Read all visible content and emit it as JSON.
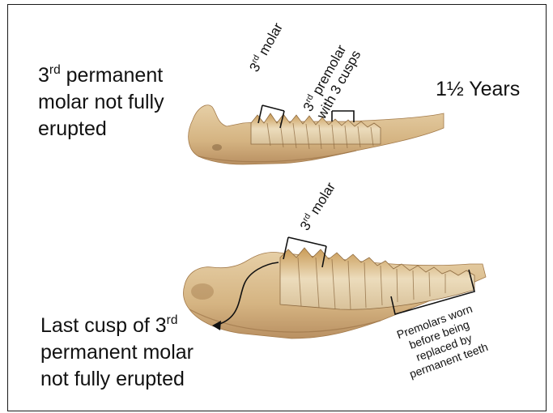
{
  "upper_note": {
    "line1_pre": "3",
    "line1_sup": "rd",
    "line1_post": " permanent",
    "line2": "molar not fully",
    "line3": "erupted"
  },
  "age_label": "1½ Years",
  "upper_third_molar": {
    "pre": "3",
    "sup": "rd",
    "post": " molar"
  },
  "upper_third_premolar": {
    "line1_pre": "3",
    "line1_sup": "rd",
    "line1_post": " premolar",
    "line2": "with 3 cusps"
  },
  "lower_third_molar": {
    "pre": "3",
    "sup": "rd",
    "post": " molar"
  },
  "lower_note": {
    "line1_pre": "Last cusp of 3",
    "line1_sup": "rd",
    "line2": "permanent molar",
    "line3": "not fully erupted"
  },
  "premolars_note": {
    "line1": "Premolars worn",
    "line2": "before being",
    "line3": "replaced by",
    "line4": "permanent teeth"
  },
  "colors": {
    "bone": "#d8b98a",
    "bone_shadow": "#b48a55",
    "tooth": "#e8d6b4",
    "frame": "#1a1a1a"
  }
}
